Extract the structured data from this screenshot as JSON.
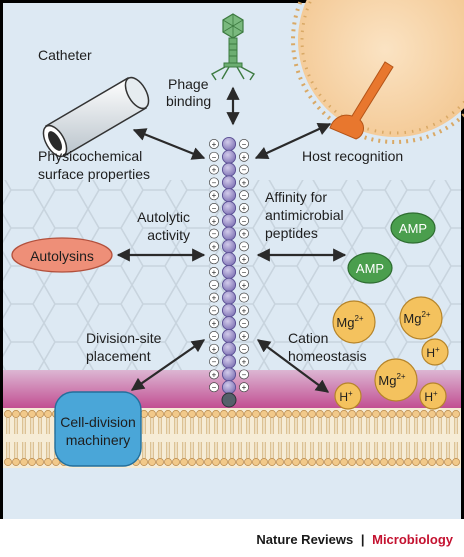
{
  "labels": {
    "catheter": "Catheter",
    "phage_line1": "Phage",
    "phage_line2": "binding",
    "physico_line1": "Physicochemical",
    "physico_line2": "surface properties",
    "host_recognition": "Host recognition",
    "autolytic_line1": "Autolytic",
    "autolytic_line2": "activity",
    "affinity_line1": "Affinity for",
    "affinity_line2": "antimicrobial",
    "affinity_line3": "peptides",
    "autolysins": "Autolysins",
    "amp_1": "AMP",
    "amp_2": "AMP",
    "division_line1": "Division-site",
    "division_line2": "placement",
    "cation_line1": "Cation",
    "cation_line2": "homeostasis",
    "cell_division_line1": "Cell-division",
    "cell_division_line2": "machinery"
  },
  "ions": {
    "mg": "Mg",
    "mg_charge": "2+",
    "h": "H",
    "h_charge": "+"
  },
  "charges": {
    "plus": "+",
    "minus": "−"
  },
  "footer": {
    "journal": "Nature Reviews",
    "separator": "|",
    "section": "Microbiology"
  },
  "colors": {
    "background": "#dde9f3",
    "bead": "#9c91c8",
    "autolysins_fill": "#ee8f78",
    "amp_fill": "#4a9e4d",
    "cation_fill": "#f4c25e",
    "division_fill": "#4aa6d8",
    "membrane_pink": "#c9649a",
    "section_red": "#c41230"
  }
}
